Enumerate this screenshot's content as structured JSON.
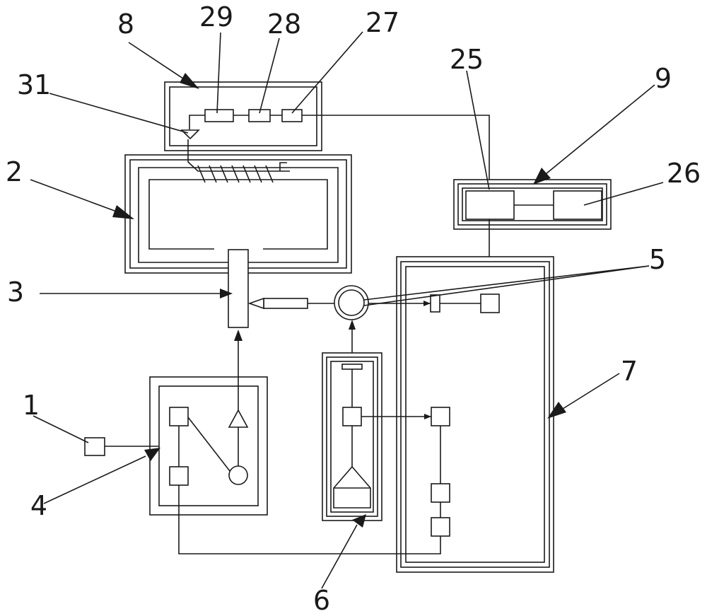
{
  "labels": {
    "l1": "1",
    "l2": "2",
    "l3": "3",
    "l4": "4",
    "l5": "5",
    "l6": "6",
    "l7": "7",
    "l8": "8",
    "l9": "9",
    "l25": "25",
    "l26": "26",
    "l27": "27",
    "l28": "28",
    "l29": "29",
    "l31": "31"
  },
  "colors": {
    "line": "#1a1a1a",
    "background": "#ffffff"
  }
}
